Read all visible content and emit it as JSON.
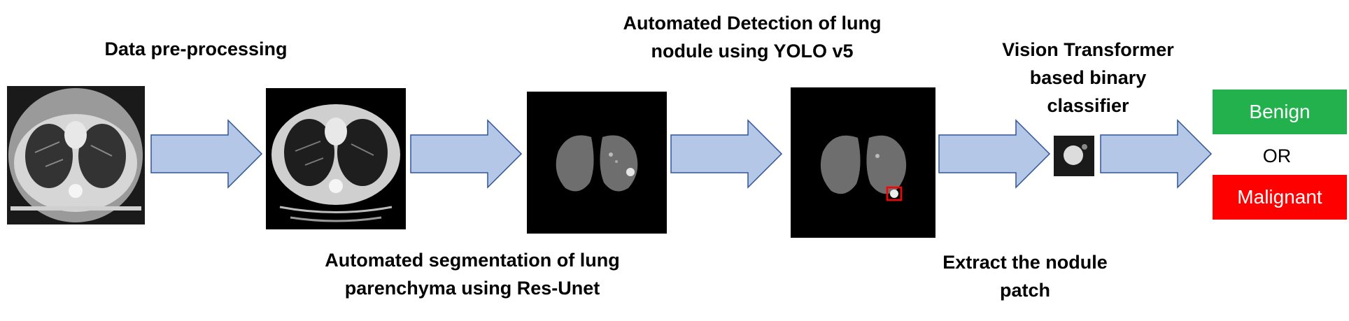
{
  "labels": {
    "preprocessing": "Data pre-processing",
    "segmentation_line1": "Automated segmentation of lung",
    "segmentation_line2": "parenchyma using Res-Unet",
    "detection_line1": "Automated Detection of lung",
    "detection_line2": "nodule using YOLO v5",
    "extract_line1": "Extract the nodule",
    "extract_line2": "patch",
    "vit_line1": "Vision Transformer",
    "vit_line2": "based binary",
    "vit_line3": "classifier"
  },
  "results": {
    "benign": "Benign",
    "or": "OR",
    "malignant": "Malignant"
  },
  "colors": {
    "arrow_fill": "#b4c7e7",
    "arrow_stroke": "#2f5597",
    "benign": "#22b14c",
    "malignant": "#ff0000",
    "detection_box": "#ff0000"
  },
  "icons": {
    "ct_raw": "ct-scan-image",
    "ct_preprocessed": "ct-scan-image",
    "lung_mask": "lung-segmentation-image",
    "detection": "nodule-detection-image",
    "patch": "nodule-patch-image"
  }
}
